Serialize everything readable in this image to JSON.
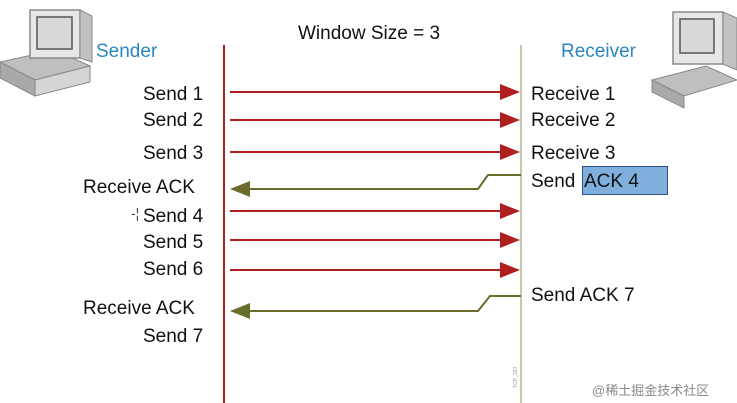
{
  "title": "Window Size = 3",
  "sender_label": "Sender",
  "receiver_label": "Receiver",
  "colors": {
    "data_arrow": "#b01f1f",
    "ack_arrow": "#6b6b2a",
    "timeline": "#b01f1f",
    "receiver_line": "#c8c8a8",
    "highlight": "#7fb0dd"
  },
  "sender_events": [
    "Send 1",
    "Send 2",
    "Send 3",
    "Receive ACK",
    "Send 4",
    "Send 5",
    "Send 6",
    "Receive ACK",
    "Send 7"
  ],
  "receiver_events": [
    "Receive 1",
    "Receive 2",
    "Receive 3",
    "Send",
    "ACK 4",
    "Send ACK 7"
  ],
  "sender_icon": "computer-icon",
  "receiver_icon": "computer-icon",
  "watermark": "@稀土掘金技术社区",
  "side_mark": "TCP_183"
}
